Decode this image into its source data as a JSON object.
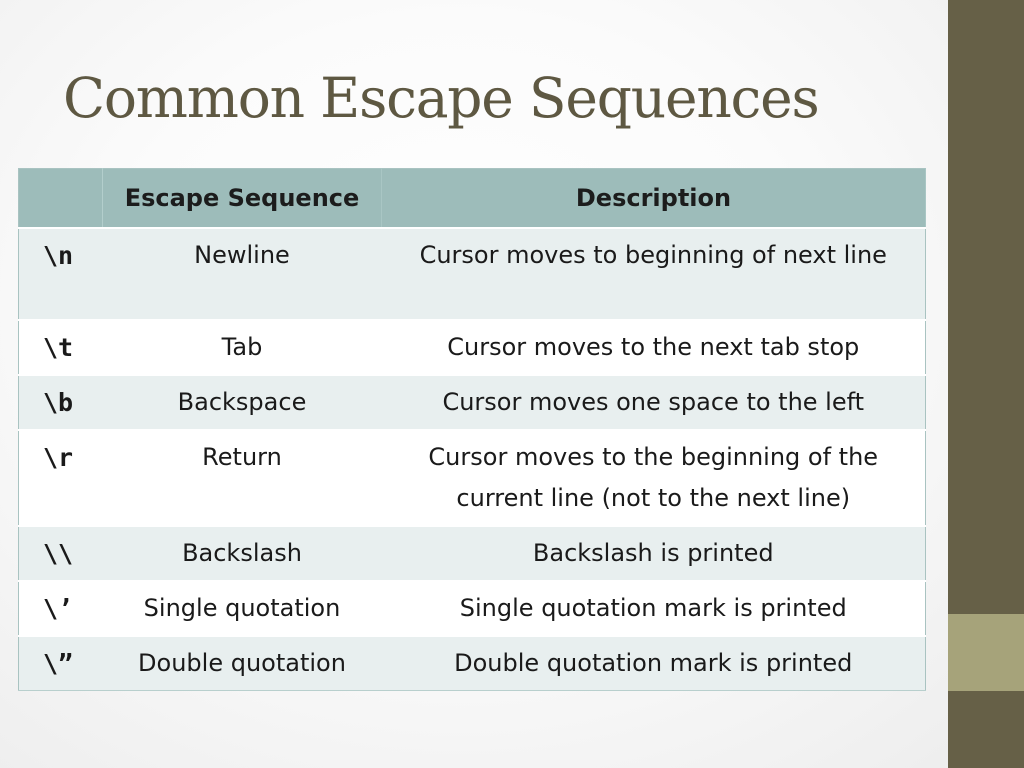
{
  "title": "Common Escape Sequences",
  "table": {
    "headers": [
      "",
      "Escape Sequence",
      "Description"
    ],
    "rows": [
      {
        "code": "\\n",
        "name": "Newline",
        "description": "Cursor moves to beginning of next line"
      },
      {
        "code": "\\t",
        "name": "Tab",
        "description": "Cursor moves to the next tab stop"
      },
      {
        "code": "\\b",
        "name": "Backspace",
        "description": "Cursor moves one space to the left"
      },
      {
        "code": "\\r",
        "name": "Return",
        "description": "Cursor moves to the beginning of the current line (not to the next line)"
      },
      {
        "code": "\\\\",
        "name": "Backslash",
        "description": "Backslash is printed"
      },
      {
        "code": "\\’",
        "name": "Single quotation",
        "description": "Single quotation mark is printed"
      },
      {
        "code": "\\”",
        "name": "Double quotation",
        "description": "Double quotation mark is printed"
      }
    ]
  },
  "colors": {
    "title": "#5e5842",
    "sidebar": "#666047",
    "sidebar_accent": "#a6a37a",
    "header": "#9dbcba",
    "row_band": "#e8efef"
  }
}
